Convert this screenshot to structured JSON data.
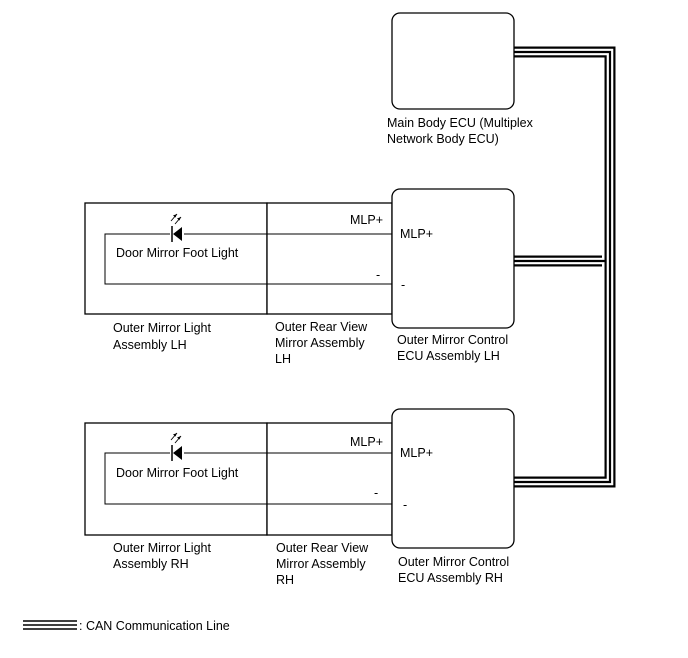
{
  "ecus": {
    "main_body": {
      "label_line1": "Main Body ECU (Multiplex",
      "label_line2": "Network Body ECU)"
    },
    "mirror_control_lh": {
      "label_line1": "Outer Mirror Control",
      "label_line2": "ECU Assembly LH",
      "terminal_mlp": "MLP+",
      "terminal_gnd": "-"
    },
    "mirror_control_rh": {
      "label_line1": "Outer Mirror Control",
      "label_line2": "ECU Assembly RH",
      "terminal_mlp": "MLP+",
      "terminal_gnd": "-"
    }
  },
  "assemblies": {
    "light_lh": {
      "label_line1": "Outer Mirror Light",
      "label_line2": "Assembly LH",
      "component": "Door Mirror Foot Light"
    },
    "rear_view_lh": {
      "label_line1": "Outer Rear View",
      "label_line2": "Mirror Assembly",
      "label_line3": "LH",
      "wire_mlp": "MLP+",
      "wire_gnd": "-"
    },
    "light_rh": {
      "label_line1": "Outer Mirror Light",
      "label_line2": "Assembly RH",
      "component": "Door Mirror Foot Light"
    },
    "rear_view_rh": {
      "label_line1": "Outer Rear View",
      "label_line2": "Mirror Assembly",
      "label_line3": "RH",
      "wire_mlp": "MLP+",
      "wire_gnd": "-"
    }
  },
  "legend": {
    "text": ": CAN Communication Line"
  }
}
